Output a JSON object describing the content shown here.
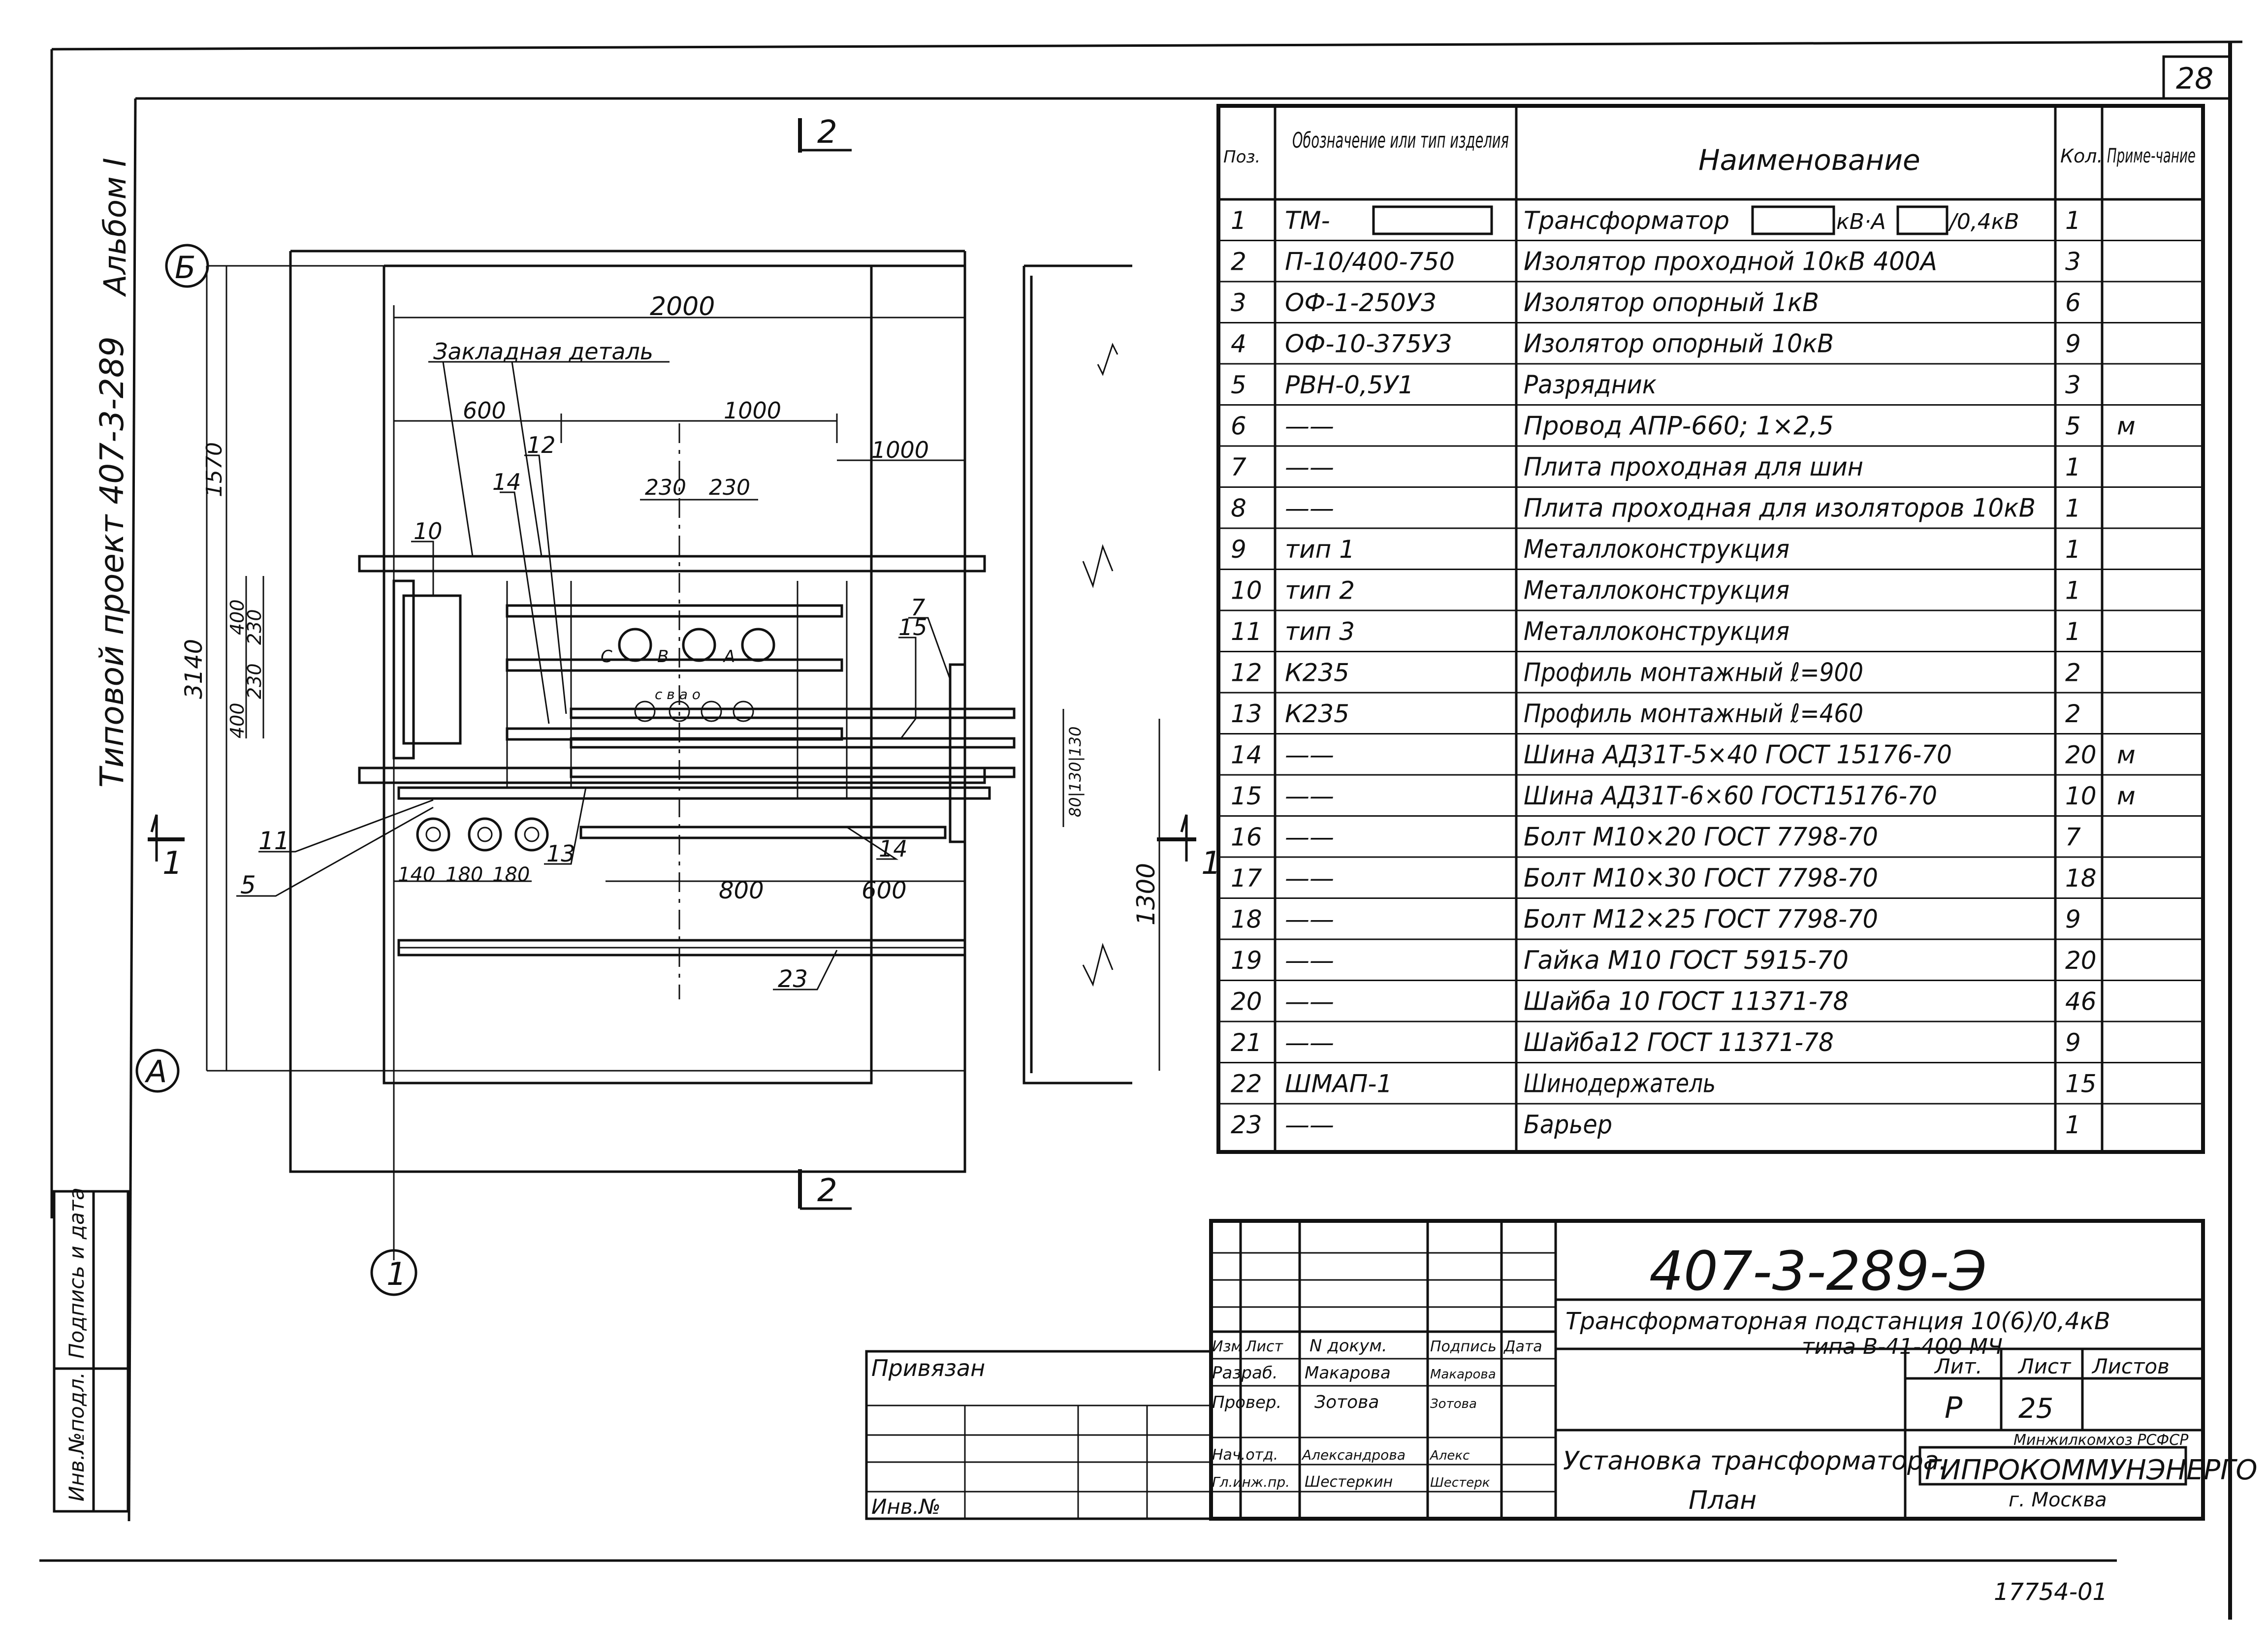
{
  "sheet_number": "28",
  "album_label": "Альбом I",
  "project_label": "Типовой проект 407-3-289",
  "axes": {
    "A": "А",
    "B": "Б",
    "one": "1"
  },
  "section_marks": {
    "two": "2",
    "one": "1"
  },
  "dimensions": {
    "d2000": "2000",
    "d600": "600",
    "d1000a": "1000",
    "d1000b": "1000",
    "d230a": "230",
    "d230b": "230",
    "d1570": "1570",
    "d3140": "3140",
    "d400a": "400",
    "d230c": "230",
    "d230d": "230",
    "d400b": "400",
    "d140": "140",
    "d180a": "180",
    "d180b": "180",
    "d800": "800",
    "d600b": "600",
    "d1300": "1300",
    "d80_130_130": "80|130|130"
  },
  "phases": {
    "C": "С",
    "B": "В",
    "A": "А",
    "small": "с в а о"
  },
  "leaders": {
    "embedded_part": "Закладная деталь",
    "p10": "10",
    "p12": "12",
    "p14a": "14",
    "p7": "7",
    "p15": "15",
    "p11": "11",
    "p5": "5",
    "p13": "13",
    "p14b": "14",
    "p23": "23"
  },
  "spec_table": {
    "headers": [
      "Поз.",
      "Обозначение или тип изделия",
      "Наименование",
      "Кол.",
      "Приме-чание"
    ],
    "rows": [
      {
        "pos": "1",
        "code": "ТМ-",
        "name": "Трансформатор",
        "name2": "кВ·А",
        "name3": "/0,4кВ",
        "qty": "1",
        "note": ""
      },
      {
        "pos": "2",
        "code": "П-10/400-750",
        "name": "Изолятор проходной 10кВ 400А",
        "qty": "3",
        "note": ""
      },
      {
        "pos": "3",
        "code": "ОФ-1-250У3",
        "name": "Изолятор опорный 1кВ",
        "qty": "6",
        "note": ""
      },
      {
        "pos": "4",
        "code": "ОФ-10-375У3",
        "name": "Изолятор опорный 10кВ",
        "qty": "9",
        "note": ""
      },
      {
        "pos": "5",
        "code": "РВН-0,5У1",
        "name": "Разрядник",
        "qty": "3",
        "note": ""
      },
      {
        "pos": "6",
        "code": "——",
        "name": "Провод АПР-660; 1×2,5",
        "qty": "5",
        "note": "м"
      },
      {
        "pos": "7",
        "code": "——",
        "name": "Плита проходная для шин",
        "qty": "1",
        "note": ""
      },
      {
        "pos": "8",
        "code": "——",
        "name": "Плита проходная для изоляторов 10кВ",
        "qty": "1",
        "note": ""
      },
      {
        "pos": "9",
        "code": "тип 1",
        "name": "Металлоконструкция",
        "qty": "1",
        "note": ""
      },
      {
        "pos": "10",
        "code": "тип 2",
        "name": "Металлоконструкция",
        "qty": "1",
        "note": ""
      },
      {
        "pos": "11",
        "code": "тип 3",
        "name": "Металлоконструкция",
        "qty": "1",
        "note": ""
      },
      {
        "pos": "12",
        "code": "К235",
        "name": "Профиль монтажный ℓ=900",
        "qty": "2",
        "note": ""
      },
      {
        "pos": "13",
        "code": "К235",
        "name": "Профиль монтажный ℓ=460",
        "qty": "2",
        "note": ""
      },
      {
        "pos": "14",
        "code": "——",
        "name": "Шина АД31Т-5×40 ГОСТ 15176-70",
        "qty": "20",
        "note": "м"
      },
      {
        "pos": "15",
        "code": "——",
        "name": "Шина АД31Т-6×60 ГОСТ15176-70",
        "qty": "10",
        "note": "м"
      },
      {
        "pos": "16",
        "code": "——",
        "name": "Болт М10×20 ГОСТ 7798-70",
        "qty": "7",
        "note": ""
      },
      {
        "pos": "17",
        "code": "——",
        "name": "Болт М10×30 ГОСТ 7798-70",
        "qty": "18",
        "note": ""
      },
      {
        "pos": "18",
        "code": "——",
        "name": "Болт М12×25 ГОСТ 7798-70",
        "qty": "9",
        "note": ""
      },
      {
        "pos": "19",
        "code": "——",
        "name": "Гайка М10 ГОСТ 5915-70",
        "qty": "20",
        "note": ""
      },
      {
        "pos": "20",
        "code": "——",
        "name": "Шайба 10 ГОСТ 11371-78",
        "qty": "46",
        "note": ""
      },
      {
        "pos": "21",
        "code": "——",
        "name": "Шайба12 ГОСТ 11371-78",
        "qty": "9",
        "note": ""
      },
      {
        "pos": "22",
        "code": "ШМАП-1",
        "name": "Шинодержатель",
        "qty": "15",
        "note": ""
      },
      {
        "pos": "23",
        "code": "——",
        "name": "Барьер",
        "qty": "1",
        "note": ""
      }
    ]
  },
  "title_block": {
    "doc_code": "407-3-289-Э",
    "project_title": "Трансформаторная подстанция 10(6)/0,4кВ",
    "project_title2": "типа В-41-400 МЧ",
    "sheet_title": "Установка трансформатора.",
    "sheet_title2": "План",
    "stage_header": "Лит.",
    "sheet_header": "Лист",
    "sheets_header": "Листов",
    "stage": "Р",
    "sheet": "25",
    "organization": "ГИПРОКОММУНЭНЕРГО",
    "ministry": "Минжилкомхоз РСФСР",
    "city": "г. Москва",
    "col_headers": [
      "Изм",
      "Лист",
      "N докум.",
      "Подпись",
      "Дата"
    ],
    "staff": [
      {
        "role": "Разраб.",
        "name": "Макарова",
        "sign": "Макарова"
      },
      {
        "role": "Провер.",
        "name": "Зотова",
        "sign": "Зотова"
      },
      {
        "role": "Нач.отд.",
        "name": "Александрова",
        "sign": "Алекс"
      },
      {
        "role": "Гл.инж.пр.",
        "name": "Шестеркин",
        "sign": "Шестерк"
      }
    ],
    "bound_label": "Привязан",
    "inv_label": "Инв.№"
  },
  "side_stamp": [
    "Инв.№подл.",
    "Подпись и дата"
  ],
  "bottom_code": "17754-01"
}
